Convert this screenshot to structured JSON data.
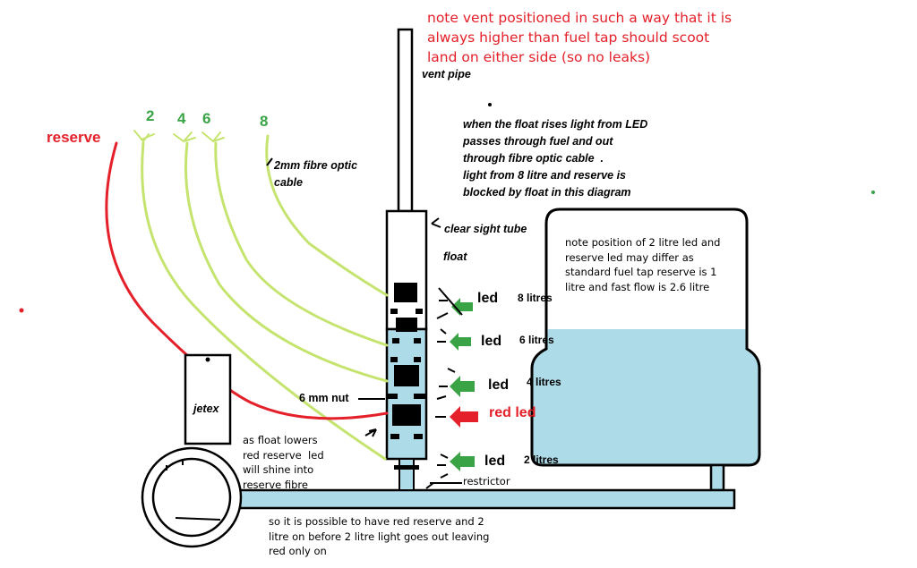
{
  "top_note": "note vent positioned in such a way that it is\nalways higher than fuel tap should scoot\nland on either side (so no leaks)",
  "vent_pipe_label": "vent pipe",
  "float_note": "when the float rises light from LED\npasses through fuel and out\nthrough fibre optic cable  .\nlight from 8 litre and reserve is\nblocked by float in this diagram",
  "fibre_label": "2mm fibre optic\ncable",
  "sight_tube_label": "clear  sight tube",
  "float_label": "float",
  "tank_note": "note position of 2 litre led and\nreserve led may differ as\nstandard fuel tap reserve is 1\nlitre and fast flow is 2.6 litre",
  "reserve_label": "reserve",
  "fibre_numbers": [
    "2",
    "4",
    "6",
    "8"
  ],
  "leds": [
    {
      "label": "led",
      "litres": "8 litres"
    },
    {
      "label": "led",
      "litres": "6 litres"
    },
    {
      "label": "led",
      "litres": "4 litres"
    },
    {
      "label": "led",
      "litres": "2 litres"
    }
  ],
  "red_led_label": "red led",
  "nut_label": "6 mm nut",
  "jetex_label": "jetex",
  "reserve_shine_note": "as float lowers\nred reserve  led\nwill shine into\nreserve fibre",
  "restrictor_label": "restrictor",
  "bottom_note": "so it is possible to have red reserve and 2\nlitre on before 2 litre light goes out leaving\nred only on",
  "colors": {
    "fuel": "#aedbe8",
    "fibre": "#c5e46f",
    "reserve": "#e4202a",
    "led_arrow": "#3aa346",
    "red_arrow": "#e4202a"
  }
}
